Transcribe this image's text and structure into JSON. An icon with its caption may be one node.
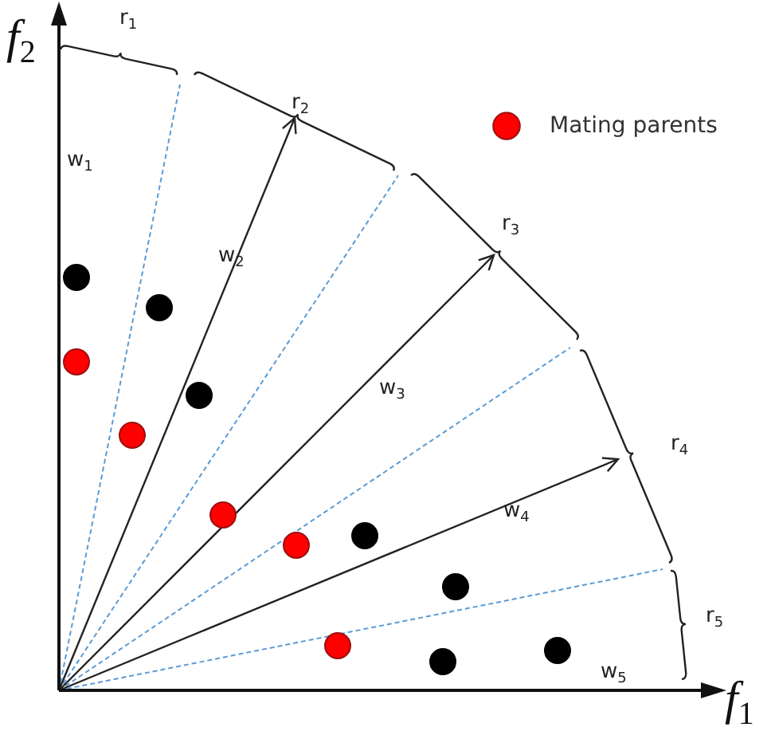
{
  "diagram": {
    "labels": [
      "r$_{1}$",
      "f$_{2}$",
      "r$_{2}$",
      "w$_{1}$",
      "r$_{3}$",
      "w$_{2}$",
      "w$_{3}$",
      "r$_{4}$",
      "w$_{4}$",
      "r$_{5}$",
      "w$_{5}$",
      "f$_{1}$"
    ],
    "legend": [
      {
        "text": "Mating parents",
        "color": "#ff0000"
      }
    ]
  }
}
